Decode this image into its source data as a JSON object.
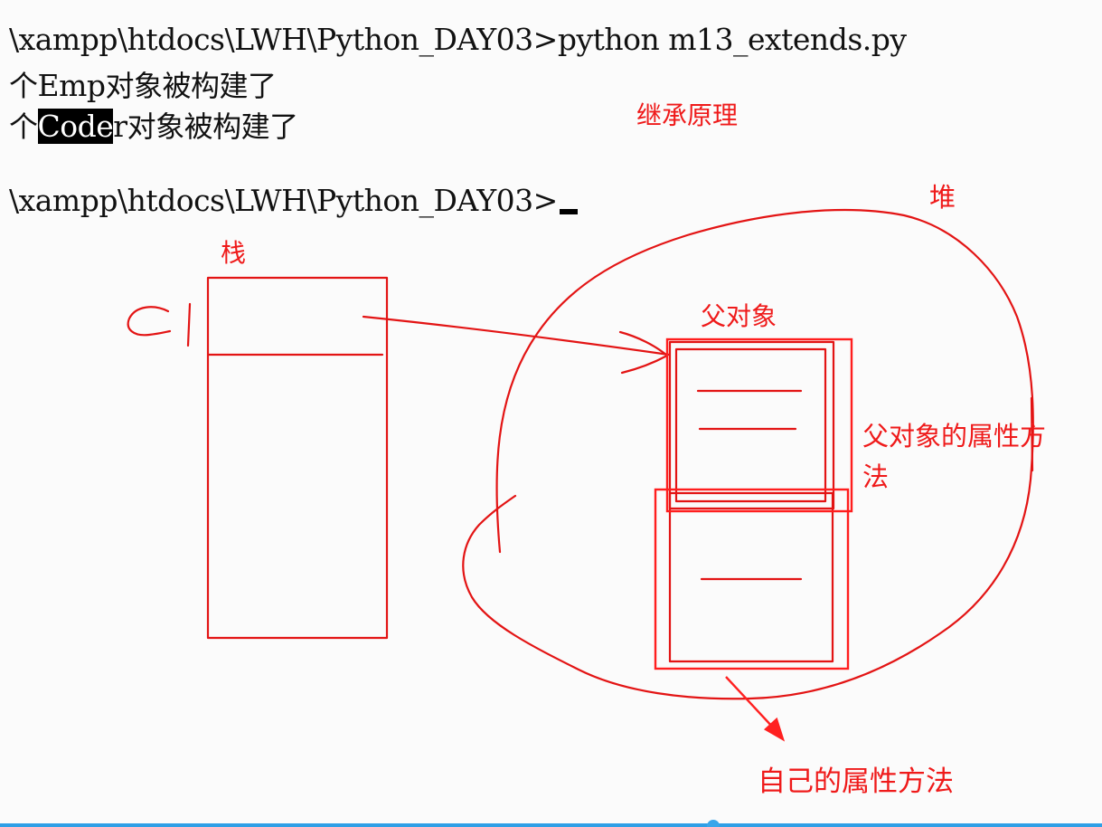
{
  "terminal": {
    "line1_prompt": "\\xampp\\htdocs\\LWH\\Python_DAY03>",
    "line1_command": "python m13_extends.py",
    "line2_prefix": "个",
    "line2_class": "Emp",
    "line2_suffix": "对象被构建了",
    "line3_prefix": "个",
    "line3_class_selected": "Code",
    "line3_class_rest": "r",
    "line3_suffix": "对象被构建了",
    "line4_prompt": "\\xampp\\htdocs\\LWH\\Python_DAY03>"
  },
  "annotations": {
    "title": "继承原理",
    "heap": "堆",
    "stack": "栈",
    "parent_object": "父对象",
    "parent_attrs_line1": "父对象的属性方",
    "parent_attrs_line2": "法",
    "own_attrs": "自己的属性方法",
    "stack_var": "C1"
  },
  "colors": {
    "ink": "#e31414",
    "text": "#111111",
    "selection": "#000000",
    "accent_bar": "#2e9fe6"
  }
}
